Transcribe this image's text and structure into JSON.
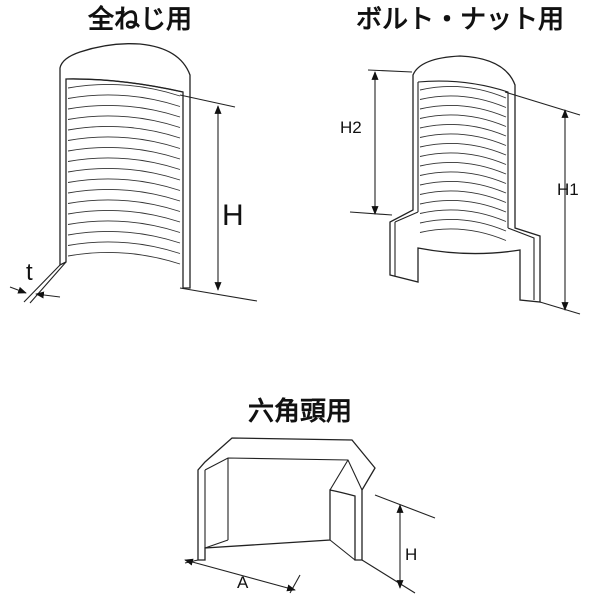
{
  "figures": [
    {
      "title": "全ねじ用",
      "labels": {
        "height": "H",
        "thickness": "t"
      }
    },
    {
      "title": "ボルト・ナット用",
      "labels": {
        "height2": "H2",
        "height1": "H1"
      }
    },
    {
      "title": "六角頭用",
      "labels": {
        "width": "A",
        "height": "H"
      }
    }
  ],
  "colors": {
    "line": "#222222",
    "background": "#ffffff"
  }
}
